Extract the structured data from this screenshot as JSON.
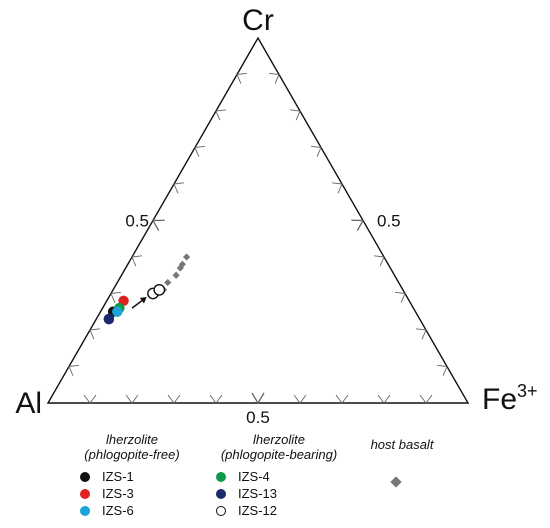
{
  "chart_data": {
    "type": "ternary",
    "vertices": {
      "top": "Cr",
      "left": "Al",
      "right_base": "Fe",
      "right_sup": "3+"
    },
    "tick_labels": {
      "left_edge": "0.5",
      "right_edge": "0.5",
      "bottom_edge": "0.5"
    },
    "series": [
      {
        "name": "IZS-1",
        "group": "lherzolite_free",
        "marker": "filled-circle",
        "color": "#111111",
        "points": [
          {
            "Cr": 0.23,
            "Al": 0.74,
            "Fe3": 0.03
          },
          {
            "Cr": 0.25,
            "Al": 0.72,
            "Fe3": 0.03
          }
        ]
      },
      {
        "name": "IZS-3",
        "group": "lherzolite_free",
        "marker": "filled-circle",
        "color": "#e02020",
        "points": [
          {
            "Cr": 0.28,
            "Al": 0.68,
            "Fe3": 0.04
          }
        ]
      },
      {
        "name": "IZS-6",
        "group": "lherzolite_free",
        "marker": "filled-circle",
        "color": "#19a3d8",
        "points": [
          {
            "Cr": 0.25,
            "Al": 0.71,
            "Fe3": 0.04
          }
        ]
      },
      {
        "name": "IZS-4",
        "group": "lherzolite_bearing",
        "marker": "filled-circle",
        "color": "#0f9a4a",
        "points": [
          {
            "Cr": 0.26,
            "Al": 0.7,
            "Fe3": 0.04
          }
        ]
      },
      {
        "name": "IZS-13",
        "group": "lherzolite_bearing",
        "marker": "filled-circle",
        "color": "#1a2a6e",
        "points": [
          {
            "Cr": 0.23,
            "Al": 0.74,
            "Fe3": 0.03
          }
        ]
      },
      {
        "name": "IZS-12",
        "group": "lherzolite_bearing",
        "marker": "open-circle",
        "color": "#111111",
        "points": [
          {
            "Cr": 0.3,
            "Al": 0.6,
            "Fe3": 0.1
          },
          {
            "Cr": 0.31,
            "Al": 0.58,
            "Fe3": 0.11
          }
        ]
      },
      {
        "name": "host basalt",
        "group": "host",
        "marker": "diamond",
        "color": "#777777",
        "points": [
          {
            "Cr": 0.31,
            "Al": 0.57,
            "Fe3": 0.12
          },
          {
            "Cr": 0.33,
            "Al": 0.55,
            "Fe3": 0.12
          },
          {
            "Cr": 0.35,
            "Al": 0.52,
            "Fe3": 0.13
          },
          {
            "Cr": 0.37,
            "Al": 0.5,
            "Fe3": 0.13
          },
          {
            "Cr": 0.38,
            "Al": 0.49,
            "Fe3": 0.13
          },
          {
            "Cr": 0.4,
            "Al": 0.47,
            "Fe3": 0.13
          }
        ]
      }
    ],
    "arrow": {
      "from": {
        "Cr": 0.26,
        "Al": 0.67,
        "Fe3": 0.07
      },
      "to": {
        "Cr": 0.29,
        "Al": 0.62,
        "Fe3": 0.09
      }
    }
  },
  "legend": {
    "free_title_1": "lherzolite",
    "free_title_2": "(phlogopite-free)",
    "bearing_title_1": "lherzolite",
    "bearing_title_2": "(phlogopite-bearing)",
    "host_title": "host basalt",
    "izs1": "IZS-1",
    "izs3": "IZS-3",
    "izs6": "IZS-6",
    "izs4": "IZS-4",
    "izs13": "IZS-13",
    "izs12": "IZS-12"
  }
}
